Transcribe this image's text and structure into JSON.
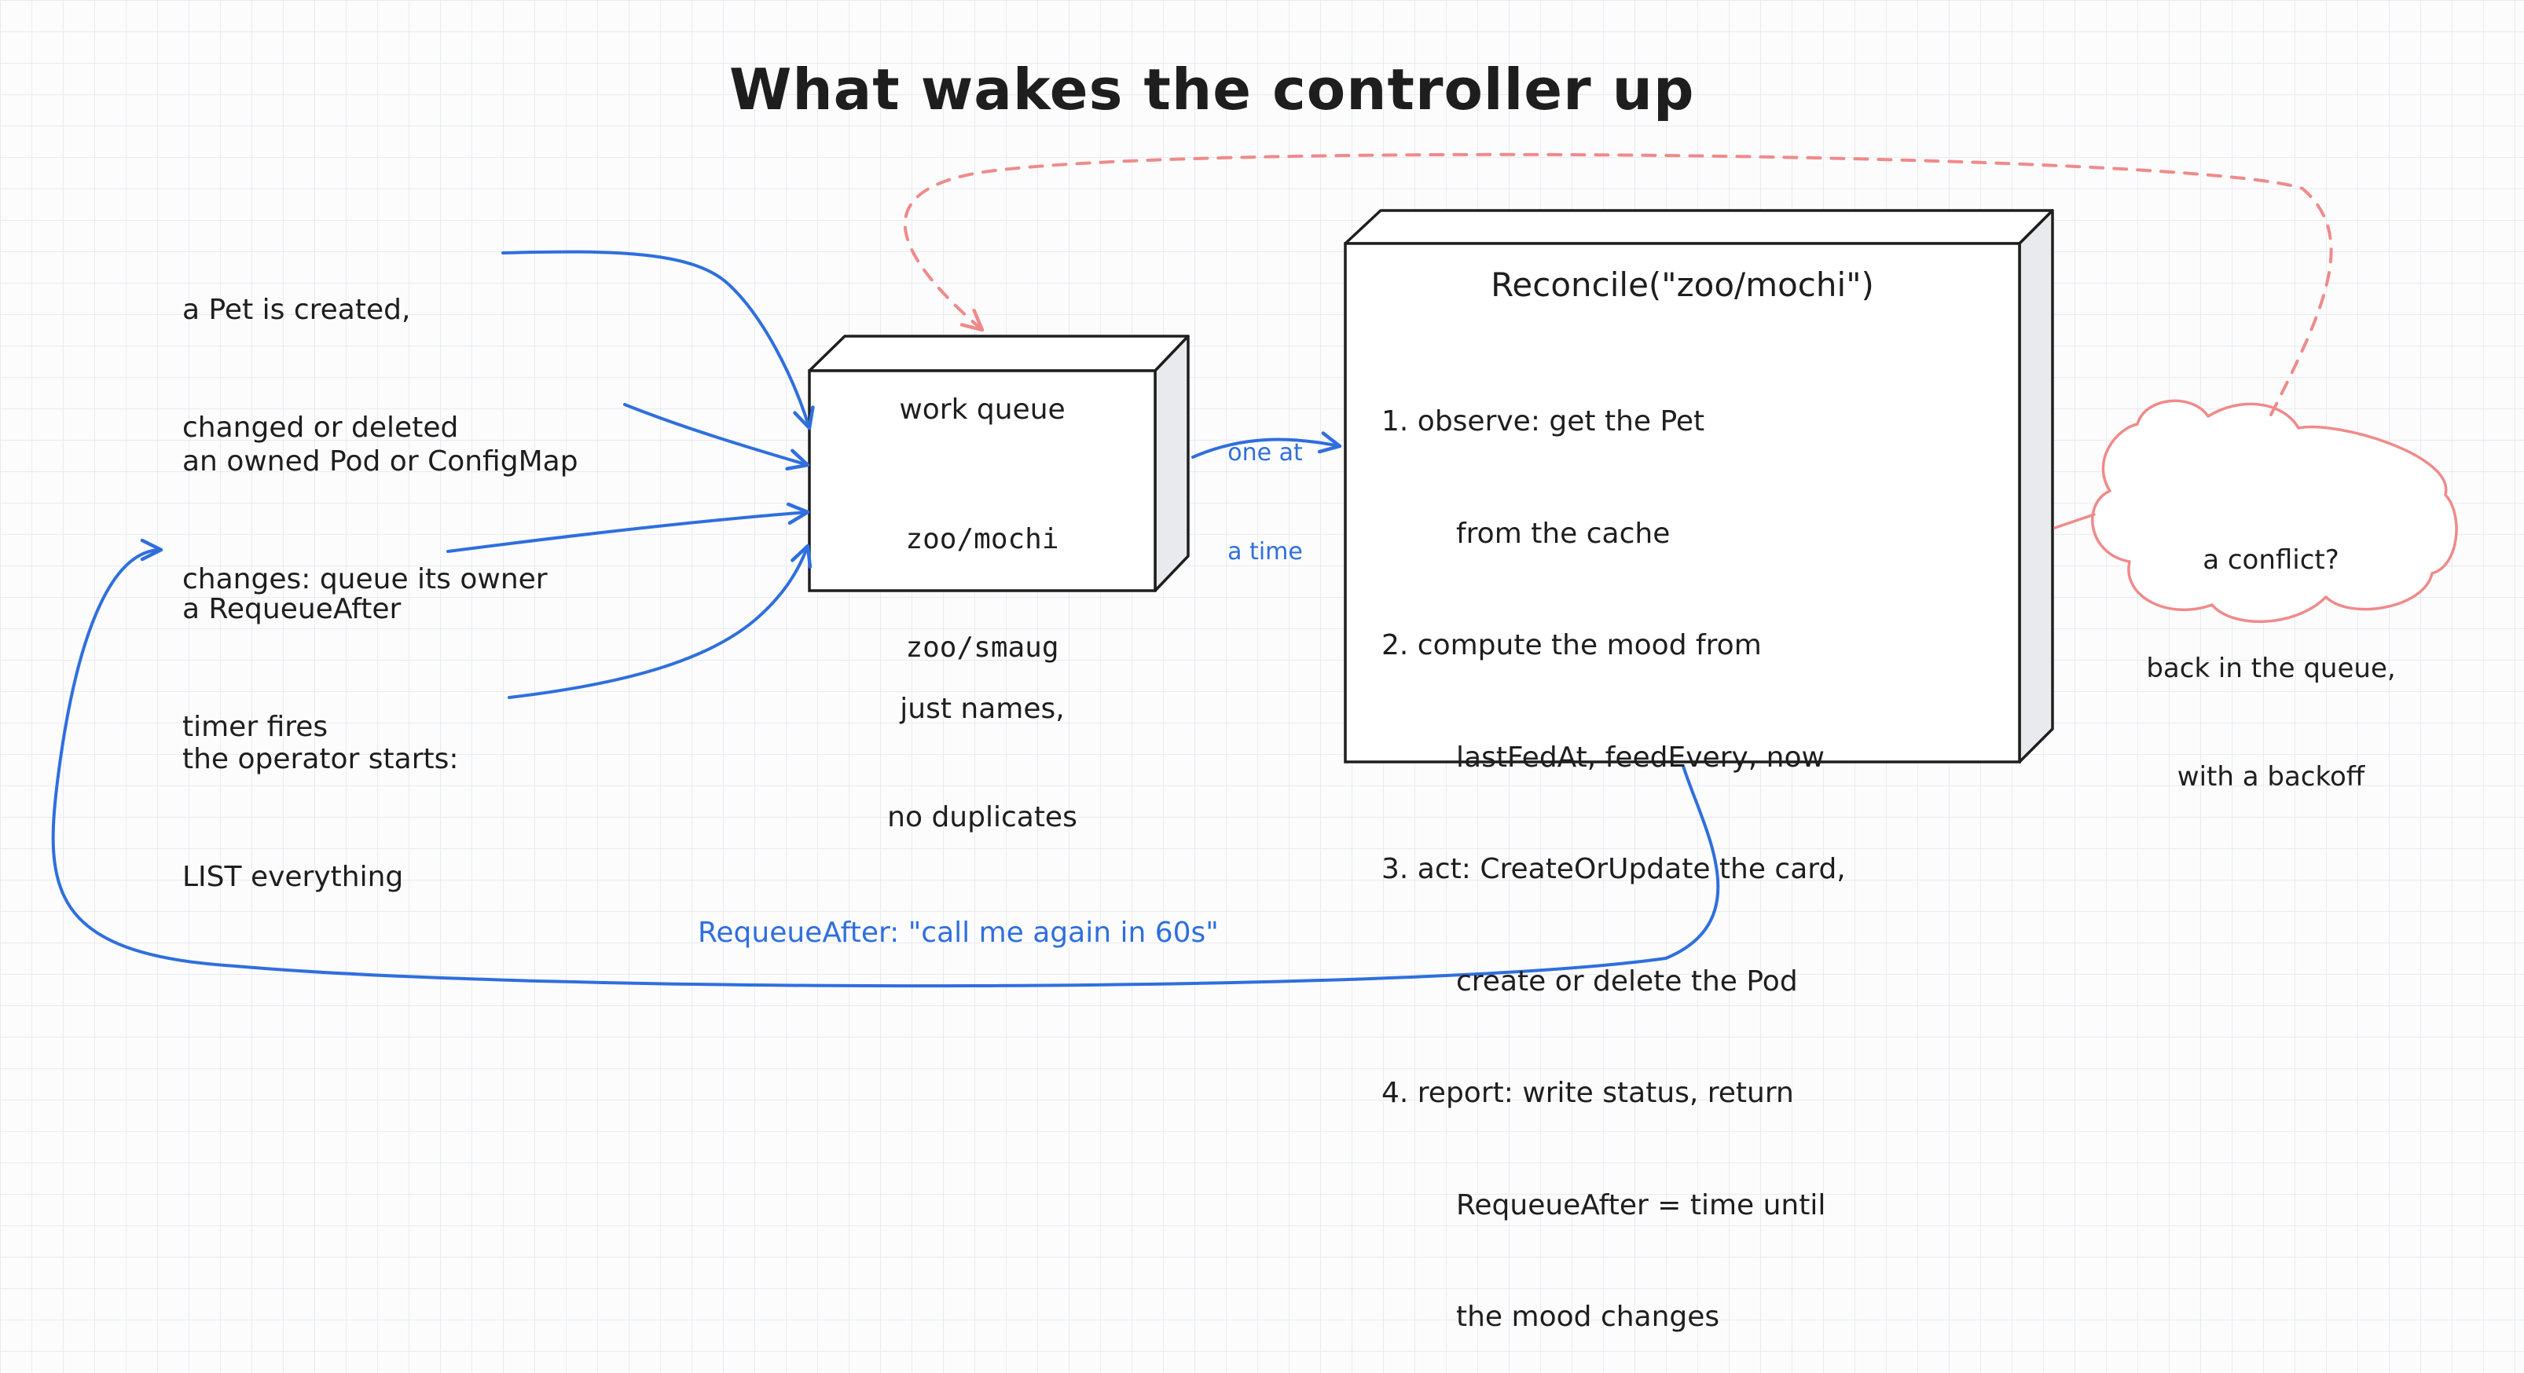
{
  "title": "What wakes the controller up",
  "triggers": [
    {
      "line1": "a Pet is created,",
      "line2": "changed or deleted"
    },
    {
      "line1": "an owned Pod or ConfigMap",
      "line2": "changes: queue its owner"
    },
    {
      "line1": "a RequeueAfter",
      "line2": "timer fires"
    },
    {
      "line1": "the operator starts:",
      "line2": "LIST everything"
    }
  ],
  "queue": {
    "title": "work queue",
    "items": [
      "zoo/mochi",
      "zoo/smaug"
    ],
    "note_line1": "just names,",
    "note_line2": "no duplicates"
  },
  "flow_label": {
    "line1": "one at",
    "line2": "a time"
  },
  "reconcile": {
    "title": "Reconcile(\"zoo/mochi\")",
    "steps": [
      "1. observe: get the Pet",
      "from the cache",
      "2. compute the mood from",
      "lastFedAt, feedEvery, now",
      "3. act: CreateOrUpdate the card,",
      "create or delete the Pod",
      "4. report: write status, return",
      "RequeueAfter = time until",
      "the mood changes"
    ]
  },
  "conflict": {
    "line1": "a conflict?",
    "line2": "back in the queue,",
    "line3": "with a backoff"
  },
  "requeue_label": "RequeueAfter: \"call me again in 60s\"",
  "colors": {
    "blue": "#2f6fdd",
    "red": "#f08a8a",
    "ink": "#1e1e1e",
    "box_side": "#e8eaee"
  }
}
